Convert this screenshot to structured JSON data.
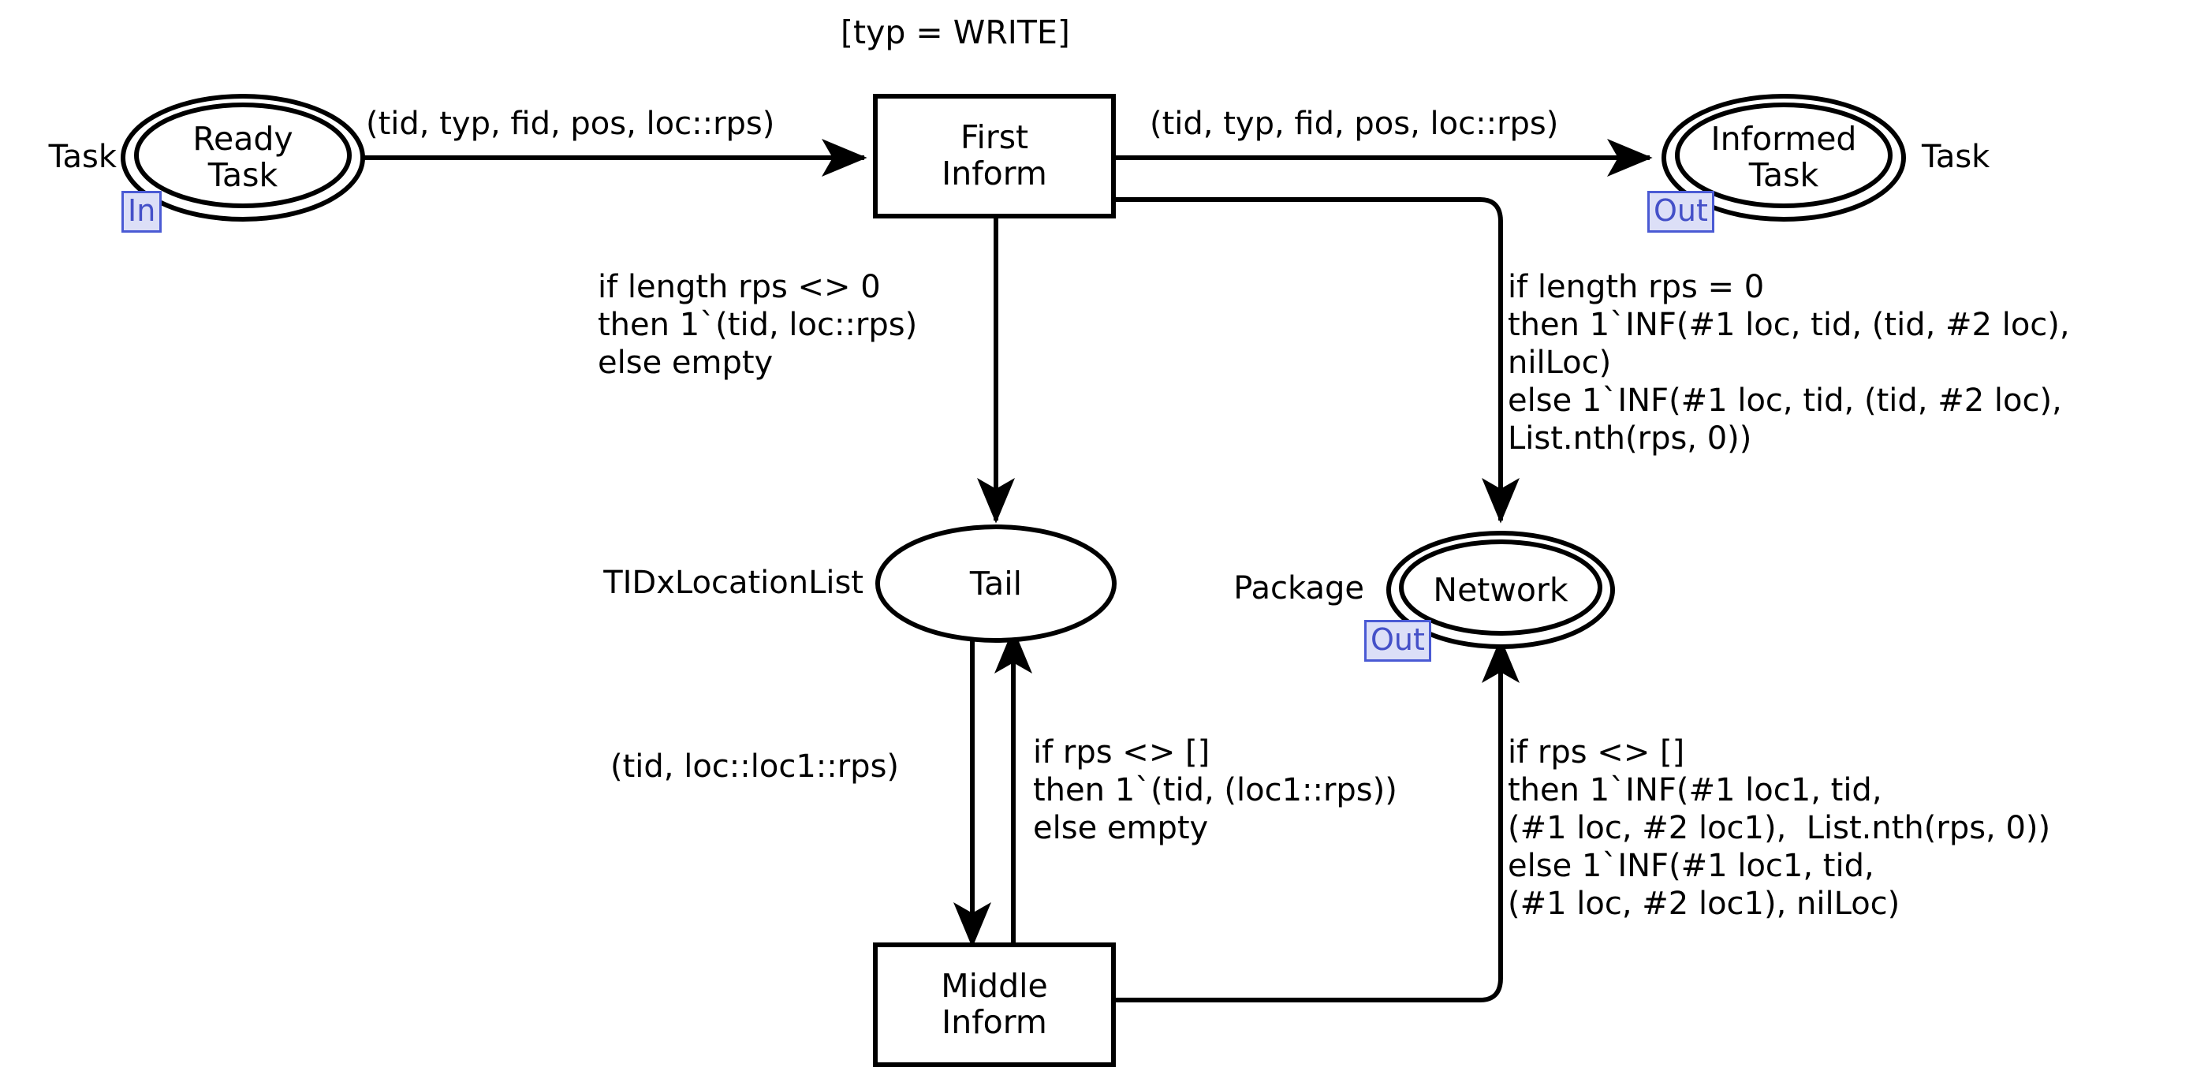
{
  "diagram": {
    "kind": "coloured-petri-net",
    "background": "#ffffff",
    "accent_port": "#4a5ad4",
    "port_fill": "#dcdff7"
  },
  "places": [
    {
      "id": "ready-task",
      "name_line1": "Ready",
      "name_line2": "Task",
      "colorset": "Task",
      "port": "In",
      "double": true
    },
    {
      "id": "informed-task",
      "name_line1": "Informed",
      "name_line2": "Task",
      "colorset": "Task",
      "port": "Out",
      "double": true
    },
    {
      "id": "tail",
      "name_line1": "Tail",
      "name_line2": "",
      "colorset": "TIDxLocationList",
      "port": "",
      "double": false
    },
    {
      "id": "network",
      "name_line1": "Network",
      "name_line2": "",
      "colorset": "Package",
      "port": "Out",
      "double": true
    }
  ],
  "transitions": [
    {
      "id": "first-inform",
      "name_line1": "First",
      "name_line2": "Inform",
      "guard": "[typ = WRITE]"
    },
    {
      "id": "middle-inform",
      "name_line1": "Middle",
      "name_line2": "Inform",
      "guard": ""
    }
  ],
  "arc_inscriptions": {
    "ready_to_first": "(tid, typ, fid, pos, loc::rps)",
    "first_to_informed": "(tid, typ, fid, pos, loc::rps)",
    "first_to_tail": "if length rps <> 0\nthen 1`(tid, loc::rps)\nelse empty",
    "first_to_network": "if length rps = 0\nthen 1`INF(#1 loc, tid, (tid, #2 loc),\nnilLoc)\nelse 1`INF(#1 loc, tid, (tid, #2 loc),\nList.nth(rps, 0))",
    "tail_to_middle": "(tid, loc::loc1::rps)",
    "middle_to_tail": "if rps <> []\nthen 1`(tid, (loc1::rps))\nelse empty",
    "middle_to_network": "if rps <> []\nthen 1`INF(#1 loc1, tid,\n(#1 loc, #2 loc1),  List.nth(rps, 0))\nelse 1`INF(#1 loc1, tid,\n(#1 loc, #2 loc1), nilLoc)"
  }
}
